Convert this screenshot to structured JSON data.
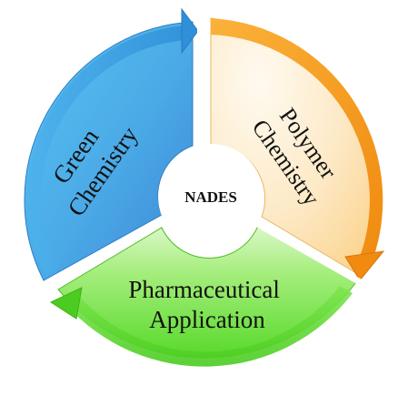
{
  "center": {
    "label": "NADES"
  },
  "segments": {
    "green": {
      "line1": "Green",
      "line2": "Chemistry",
      "color": "#4fb6ea"
    },
    "polymer": {
      "line1": "Polymer",
      "line2": "Chemistry",
      "color": "#f7a21b"
    },
    "pharma": {
      "line1": "Pharmaceutical",
      "line2": "Application",
      "color": "#6ee23c"
    }
  }
}
